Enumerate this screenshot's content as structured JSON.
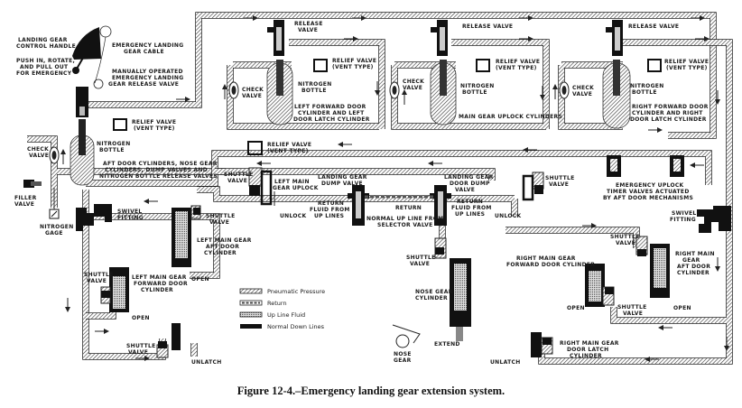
{
  "figure": {
    "caption": "Figure 12-4.–Emergency landing gear extension system."
  },
  "labels": {
    "control_handle": [
      "LANDING GEAR",
      "CONTROL HANDLE"
    ],
    "push_instructions": [
      "PUSH IN, ROTATE,",
      "AND PULL OUT",
      "FOR EMERGENCY"
    ],
    "emergency_cable": [
      "EMERGENCY LANDING",
      "GEAR CABLE"
    ],
    "manual_release_valve": [
      "MANUALLY OPERATED",
      "EMERGENCY LANDING",
      "GEAR RELEASE VALVE"
    ],
    "relief_valve_left": [
      "RELIEF VALVE",
      "(VENT TYPE)"
    ],
    "check_valve_left": [
      "CHECK",
      "VALVE"
    ],
    "nitrogen_bottle_left": [
      "NITROGEN",
      "BOTTLE"
    ],
    "aft_door_group": [
      "AFT DOOR CYLINDERS, NOSE GEAR",
      "CYLINDERS, DUMP VALVES AND",
      "NITROGEN BOTTLE RELEASE VALVES"
    ],
    "filler_valve": [
      "FILLER",
      "VALVE"
    ],
    "nitrogen_gage": [
      "NITROGEN",
      "GAGE"
    ],
    "swivel_left": [
      "SWIVEL",
      "FITTING"
    ],
    "release_valve_1": [
      "RELEASE",
      "VALVE"
    ],
    "relief_valve_1": [
      "RELIEF VALVE",
      "(VENT TYPE)"
    ],
    "check_valve_1": [
      "CHECK",
      "VALVE"
    ],
    "nitrogen_bottle_1": [
      "NITROGEN",
      "BOTTLE"
    ],
    "left_fwd_door": [
      "LEFT FORWARD DOOR",
      "CYLINDER AND LEFT",
      "DOOR LATCH CYLINDER"
    ],
    "release_valve_2": [
      "RELEASE VALVE"
    ],
    "relief_valve_2": [
      "RELIEF VALVE",
      "(VENT TYPE)"
    ],
    "check_valve_2": [
      "CHECK",
      "VALVE"
    ],
    "nitrogen_bottle_2": [
      "NITROGEN",
      "BOTTLE"
    ],
    "main_gear_uplock": [
      "MAIN GEAR UPLOCK CYLINDERS"
    ],
    "release_valve_3": [
      "RELEASE VALVE"
    ],
    "relief_valve_3": [
      "RELIEF VALVE",
      "(VENT TYPE)"
    ],
    "check_valve_3": [
      "CHECK",
      "VALVE"
    ],
    "nitrogen_bottle_3": [
      "NITROGEN",
      "BOTTLE"
    ],
    "right_fwd_door": [
      "RIGHT FORWARD DOOR",
      "CYLINDER AND RIGHT",
      "DOOR LATCH CYLINDER"
    ],
    "relief_valve_mid": [
      "RELIEF VALVE",
      "(VENT TYPE)"
    ],
    "shuttle_valve_a": [
      "SHUTTLE",
      "VALVE"
    ],
    "left_main_uplock": [
      "LEFT MAIN",
      "GEAR UPLOCK"
    ],
    "unlock_left": "UNLOCK",
    "dump_valve": [
      "LANDING GEAR",
      "DUMP VALVE"
    ],
    "return_fluid_left": [
      "RETURN",
      "FLUID FROM",
      "UP LINES"
    ],
    "return": "RETURN",
    "normal_up_line": [
      "NORMAL UP LINE FROM",
      "SELECTOR VALVE"
    ],
    "door_dump_valve": [
      "LANDING GEAR",
      "DOOR DUMP",
      "VALVE"
    ],
    "return_fluid_right": [
      "RETURN",
      "FLUID FROM",
      "UP LINES"
    ],
    "unlock_right": "UNLOCK",
    "shuttle_valve_b": [
      "SHUTTLE",
      "VALVE"
    ],
    "timer_valves": [
      "EMERGENCY UPLOCK",
      "TIMER VALVES ACTUATED",
      "BY AFT DOOR MECHANISMS"
    ],
    "swivel_right": [
      "SWIVEL",
      "FITTING"
    ],
    "shuttle_valve_c": [
      "SHUTTLE",
      "VALVE"
    ],
    "left_main_aft": [
      "LEFT MAIN GEAR",
      "AFT DOOR",
      "CYLINDER"
    ],
    "open_1": "OPEN",
    "shuttle_valve_d": [
      "SHUTTLE",
      "VALVE"
    ],
    "left_main_fwd": [
      "LEFT MAIN GEAR",
      "FORWARD DOOR",
      "CYLINDER"
    ],
    "open_2": "OPEN",
    "shuttle_valve_e": [
      "SHUTTLE",
      "VALVE"
    ],
    "unlatch_left": "UNLATCH",
    "shuttle_valve_nose": [
      "SHUTTLE",
      "VALVE"
    ],
    "nose_gear_cyl": [
      "NOSE GEAR",
      "CYLINDER"
    ],
    "extend": "EXTEND",
    "nose_gear": [
      "NOSE",
      "GEAR"
    ],
    "shuttle_valve_f": [
      "SHUTTLE",
      "VALVE"
    ],
    "right_main_fwd": [
      "RIGHT MAIN GEAR",
      "FORWARD DOOR CYLINDER"
    ],
    "right_main_aft": [
      "RIGHT MAIN",
      "GEAR",
      "AFT DOOR",
      "CYLINDER"
    ],
    "open_3": "OPEN",
    "open_4": "OPEN",
    "shuttle_valve_g": [
      "SHUTTLE",
      "VALVE"
    ],
    "right_latch": [
      "RIGHT MAIN GEAR",
      "DOOR LATCH",
      "CYLINDER"
    ],
    "unlatch_right": "UNLATCH"
  },
  "legend": [
    {
      "label": "Pneumatic Pressure",
      "style": "hatch"
    },
    {
      "label": "Return",
      "style": "dashes"
    },
    {
      "label": "Up Line Fluid",
      "style": "stipple"
    },
    {
      "label": "Normal Down Lines",
      "style": "solid"
    }
  ]
}
